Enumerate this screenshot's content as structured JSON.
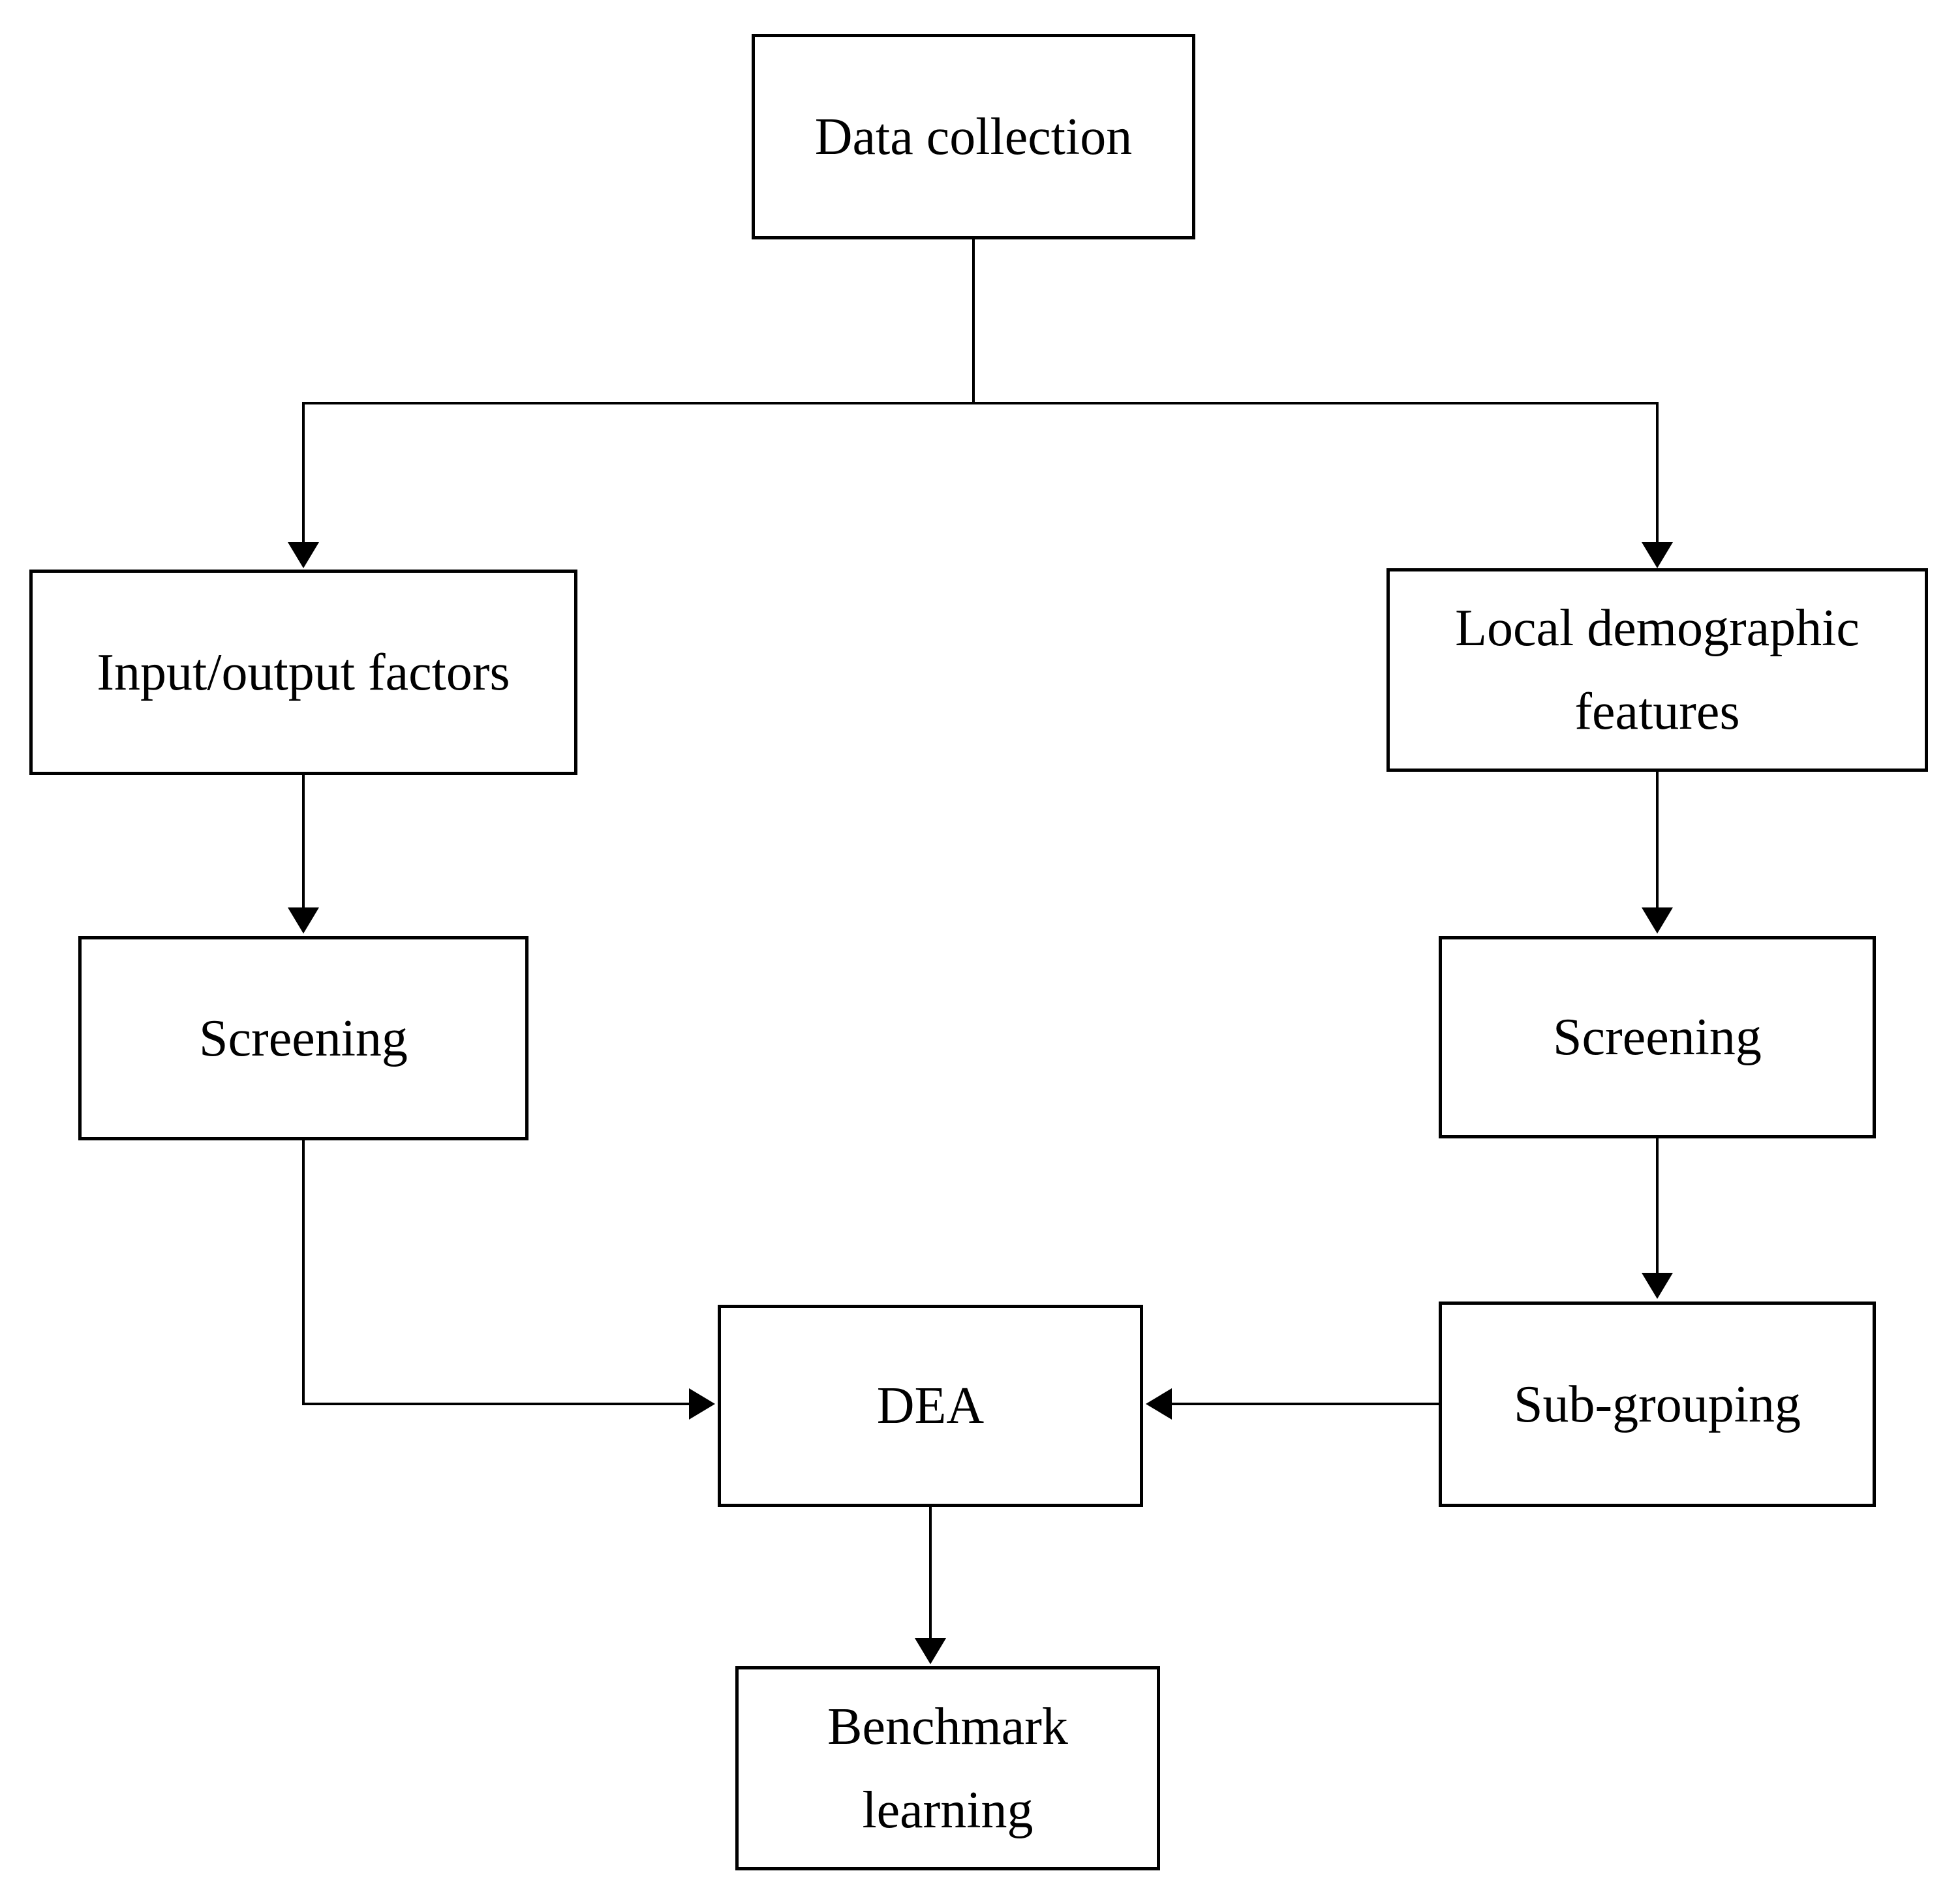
{
  "figure": {
    "type": "flowchart",
    "colors": {
      "background": "#ffffff",
      "line": "#000000",
      "text": "#000000"
    }
  },
  "nodes": [
    {
      "id": "data-collection",
      "label": "Data collection"
    },
    {
      "id": "input-output-factors",
      "label": "Input/output factors"
    },
    {
      "id": "local-demographic-features",
      "label": "Local demographic features"
    },
    {
      "id": "screening-left",
      "label": "Screening"
    },
    {
      "id": "screening-right",
      "label": "Screening"
    },
    {
      "id": "sub-grouping",
      "label": "Sub-grouping"
    },
    {
      "id": "dea",
      "label": "DEA"
    },
    {
      "id": "benchmark-learning",
      "label": "Benchmark learning"
    }
  ],
  "edges": [
    {
      "from": "data-collection",
      "to": "input-output-factors"
    },
    {
      "from": "data-collection",
      "to": "local-demographic-features"
    },
    {
      "from": "input-output-factors",
      "to": "screening-left"
    },
    {
      "from": "local-demographic-features",
      "to": "screening-right"
    },
    {
      "from": "screening-right",
      "to": "sub-grouping"
    },
    {
      "from": "screening-left",
      "to": "dea"
    },
    {
      "from": "sub-grouping",
      "to": "dea"
    },
    {
      "from": "dea",
      "to": "benchmark-learning"
    }
  ]
}
